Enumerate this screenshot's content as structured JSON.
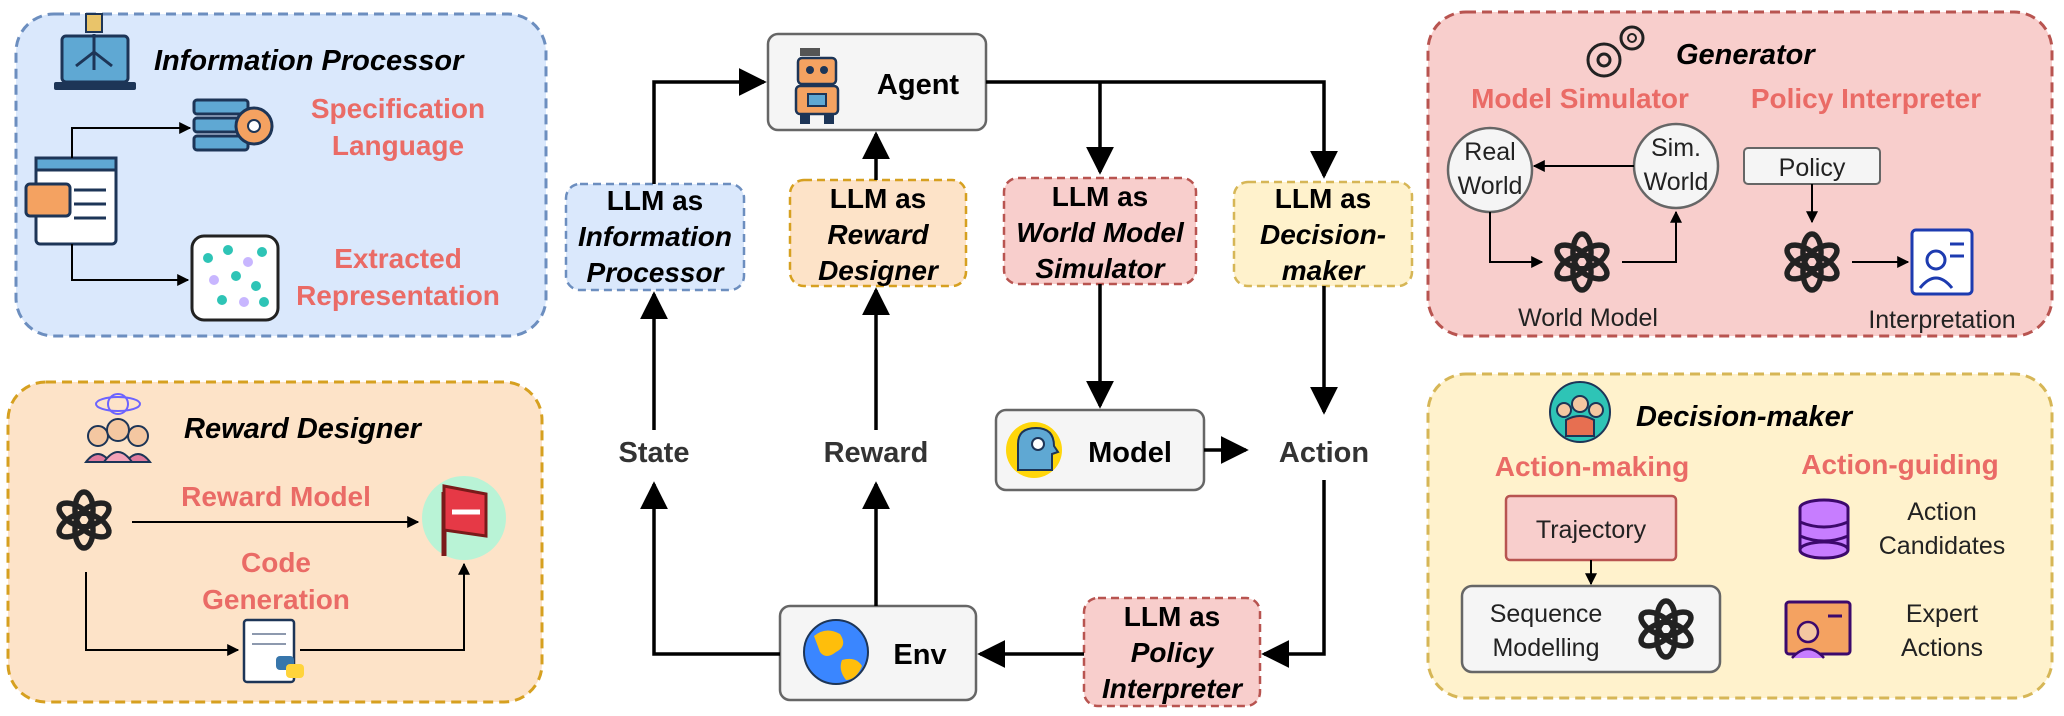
{
  "panels": {
    "info_processor": {
      "title": "Information Processor",
      "spec_lines": [
        "Specification",
        "Language"
      ],
      "extract_lines": [
        "Extracted",
        "Representation"
      ]
    },
    "reward_designer": {
      "title": "Reward Designer",
      "reward_model": "Reward Model",
      "code_lines": [
        "Code",
        "Generation"
      ]
    },
    "generator": {
      "title": "Generator",
      "model_simulator": "Model Simulator",
      "policy_interpreter": "Policy Interpreter",
      "real_world_lines": [
        "Real",
        "World"
      ],
      "sim_world_lines": [
        "Sim.",
        "World"
      ],
      "world_model": "World Model",
      "policy": "Policy",
      "interpretation": "Interpretation"
    },
    "decision_maker": {
      "title": "Decision-maker",
      "action_making": "Action-making",
      "action_guiding": "Action-guiding",
      "trajectory": "Trajectory",
      "sequence_lines": [
        "Sequence",
        "Modelling"
      ],
      "candidates_lines": [
        "Action",
        "Candidates"
      ],
      "expert_lines": [
        "Expert",
        "Actions"
      ]
    }
  },
  "center": {
    "agent": "Agent",
    "model": "Model",
    "env": "Env",
    "state": "State",
    "reward": "Reward",
    "action": "Action",
    "llm_info_processor": [
      "LLM as",
      "Information",
      "Processor"
    ],
    "llm_reward_designer": [
      "LLM as",
      "Reward",
      "Designer"
    ],
    "llm_world_model": [
      "LLM as",
      "World Model",
      "Simulator"
    ],
    "llm_decision_maker": [
      "LLM as",
      "Decision-",
      "maker"
    ],
    "llm_policy_interpreter": [
      "LLM as",
      "Policy",
      "Interpreter"
    ]
  },
  "colors": {
    "blue_panel": "#dae8fc",
    "blue_border": "#6c8ebf",
    "orange_panel": "#fde3c8",
    "orange_border": "#d6a020",
    "red_panel": "#f8cecc",
    "red_border": "#b85450",
    "yellow_panel": "#fff2cc",
    "yellow_border": "#d6b656",
    "accent_text": "#ea6b66",
    "node_fill": "#f5f5f5",
    "node_border": "#666666"
  }
}
